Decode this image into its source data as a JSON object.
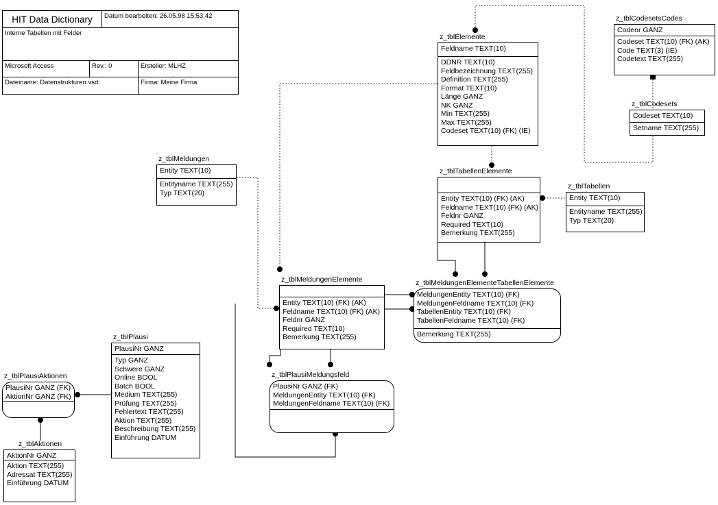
{
  "title_block": {
    "title": "HIT Data Dictionary",
    "date_label": "Datum bearbeiten: 26.05.98 15:53:42",
    "subtitle": "Interne Tabellen mit Felder",
    "app": "Microsoft Access",
    "rev": "Rev.: 0",
    "author": "Ersteller: MLHZ",
    "filename": "Dateiname: Datenstrukturen.vsd",
    "company": "Firma: Meine Firma"
  },
  "colors": {
    "line": "#000000",
    "background": "#ffffff"
  },
  "entities": [
    {
      "title": "z_tblElemente",
      "shape": "rect",
      "header": [
        "Feldname TEXT(10)"
      ],
      "body": [
        "DDNR TEXT(10)",
        "Feldbezeichnung TEXT(255)",
        "Definition TEXT(255)",
        "Format TEXT(10)",
        "Länge GANZ",
        "NK GANZ",
        "Min TEXT(255)",
        "Max TEXT(255)",
        "Codeset TEXT(10) (FK) (IE)"
      ]
    },
    {
      "title": "z_tblCodesetsCodes",
      "shape": "rect",
      "header": [
        "Codenr GANZ"
      ],
      "body": [
        "Codeset TEXT(10) (FK) (AK)",
        "Code TEXT(3) (IE)",
        "Codetext TEXT(255)"
      ]
    },
    {
      "title": "z_tblCodesets",
      "shape": "rect",
      "header": [
        "Codeset TEXT(10)"
      ],
      "body": [
        "Setname TEXT(255)"
      ]
    },
    {
      "title": "z_tblMeldungen",
      "shape": "rect",
      "header": [
        "Entity TEXT(10)"
      ],
      "body": [
        "Entityname TEXT(255)",
        "Typ TEXT(20)"
      ]
    },
    {
      "title": "z_tblTabellenElemente",
      "shape": "rect",
      "header": [],
      "body": [
        "Entity TEXT(10) (FK) (AK)",
        "Feldname TEXT(10) (FK) (AK)",
        "Feldnr GANZ",
        "Required TEXT(10)",
        "Bemerkung TEXT(255)"
      ]
    },
    {
      "title": "z_tblTabellen",
      "shape": "rect",
      "header": [
        "Entity TEXT(10)"
      ],
      "body": [
        "Entityname TEXT(255)",
        "Typ TEXT(20)"
      ]
    },
    {
      "title": "z_tblMeldungenElemente",
      "shape": "rect",
      "header": [],
      "body": [
        "Entity TEXT(10) (FK) (AK)",
        "Feldname TEXT(10) (FK) (AK)",
        "Feldnr GANZ",
        "Required TEXT(10)",
        "Bemerkung TEXT(255)"
      ]
    },
    {
      "title": "z_tblMeldungenElementeTabellenElemente",
      "shape": "rounded",
      "header": [
        "MeldungenEntity TEXT(10) (FK)",
        "MeldungenFeldname TEXT(10) (FK)",
        "TabellenEntity TEXT(10) (FK)",
        "TabellenFeldname TEXT(10) (FK)"
      ],
      "body": [
        "Bemerkung TEXT(255)"
      ]
    },
    {
      "title": "z_tblPlausi",
      "shape": "rect",
      "header": [
        "PlausiNr GANZ"
      ],
      "body": [
        "Typ GANZ",
        "Schwere GANZ",
        "Online BOOL",
        "Batch BOOL",
        "Medium TEXT(255)",
        "Prüfung TEXT(255)",
        "Fehlertext TEXT(255)",
        "Aktion TEXT(255)",
        "Beschreibung TEXT(255)",
        "Einführung DATUM"
      ]
    },
    {
      "title": "z_tblPlausiMeldungsfeld",
      "shape": "rounded",
      "header": [
        "PlausiNr GANZ (FK)",
        "MeldungenEntity TEXT(10) (FK)",
        "MeldungenFeldname TEXT(10) (FK)"
      ],
      "body": []
    },
    {
      "title": "z_tblPlausiAktionen",
      "shape": "rounded",
      "header": [
        "PlausiNr GANZ (FK)",
        "AktionNr GANZ (FK)"
      ],
      "body": []
    },
    {
      "title": "z_tblAktionen",
      "shape": "rect",
      "header": [
        "AktionNr GANZ"
      ],
      "body": [
        "Aktion TEXT(255)",
        "Adressat TEXT(255)",
        "Einführung DATUM"
      ]
    }
  ],
  "connections": [
    {
      "from": "z_tblElemente",
      "to": "z_tblCodesets",
      "style": "dotted"
    },
    {
      "from": "z_tblCodesetsCodes",
      "to": "z_tblCodesets",
      "style": "dotted"
    },
    {
      "from": "z_tblElemente",
      "to": "z_tblTabellenElemente",
      "style": "dotted"
    },
    {
      "from": "z_tblElemente",
      "to": "z_tblMeldungenElemente",
      "style": "dotted"
    },
    {
      "from": "z_tblMeldungen",
      "to": "z_tblMeldungenElemente",
      "style": "dotted"
    },
    {
      "from": "z_tblTabellenElemente",
      "to": "z_tblTabellen",
      "style": "dotted"
    },
    {
      "from": "z_tblMeldungenElemente",
      "to": "z_tblMeldungenElementeTabellenElemente",
      "style": "solid",
      "lines": 2
    },
    {
      "from": "z_tblTabellenElemente",
      "to": "z_tblMeldungenElementeTabellenElemente",
      "style": "solid",
      "lines": 2
    },
    {
      "from": "z_tblMeldungenElemente",
      "to": "z_tblPlausiMeldungsfeld",
      "style": "solid",
      "lines": 2
    },
    {
      "from": "z_tblPlausiMeldungsfeld",
      "to": "z_tblPlausi",
      "style": "solid"
    },
    {
      "from": "z_tblPlausiAktionen",
      "to": "z_tblPlausi",
      "style": "solid"
    },
    {
      "from": "z_tblPlausiAktionen",
      "to": "z_tblAktionen",
      "style": "solid"
    }
  ]
}
